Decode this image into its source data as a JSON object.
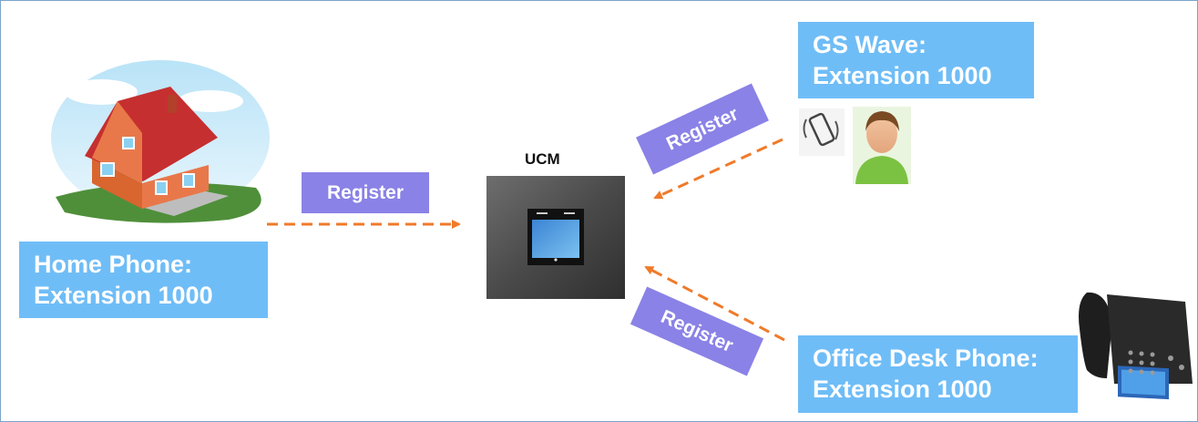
{
  "nodes": {
    "home": {
      "line1": "Home Phone:",
      "line2": "Extension 1000"
    },
    "gswave": {
      "line1": "GS Wave:",
      "line2": "Extension 1000"
    },
    "office": {
      "line1": "Office Desk Phone:",
      "line2": "Extension 1000"
    }
  },
  "center": {
    "label": "UCM"
  },
  "edges": {
    "home_register": "Register",
    "gswave_register": "Register",
    "office_register": "Register"
  },
  "colors": {
    "node_box": "#6fbdf7",
    "register_tag": "#8a82e6",
    "arrow": "#f07a2a"
  },
  "icons": [
    "house-icon",
    "ucm-device-icon",
    "vibrating-smartphone-icon",
    "user-avatar-icon",
    "desk-phone-icon"
  ]
}
